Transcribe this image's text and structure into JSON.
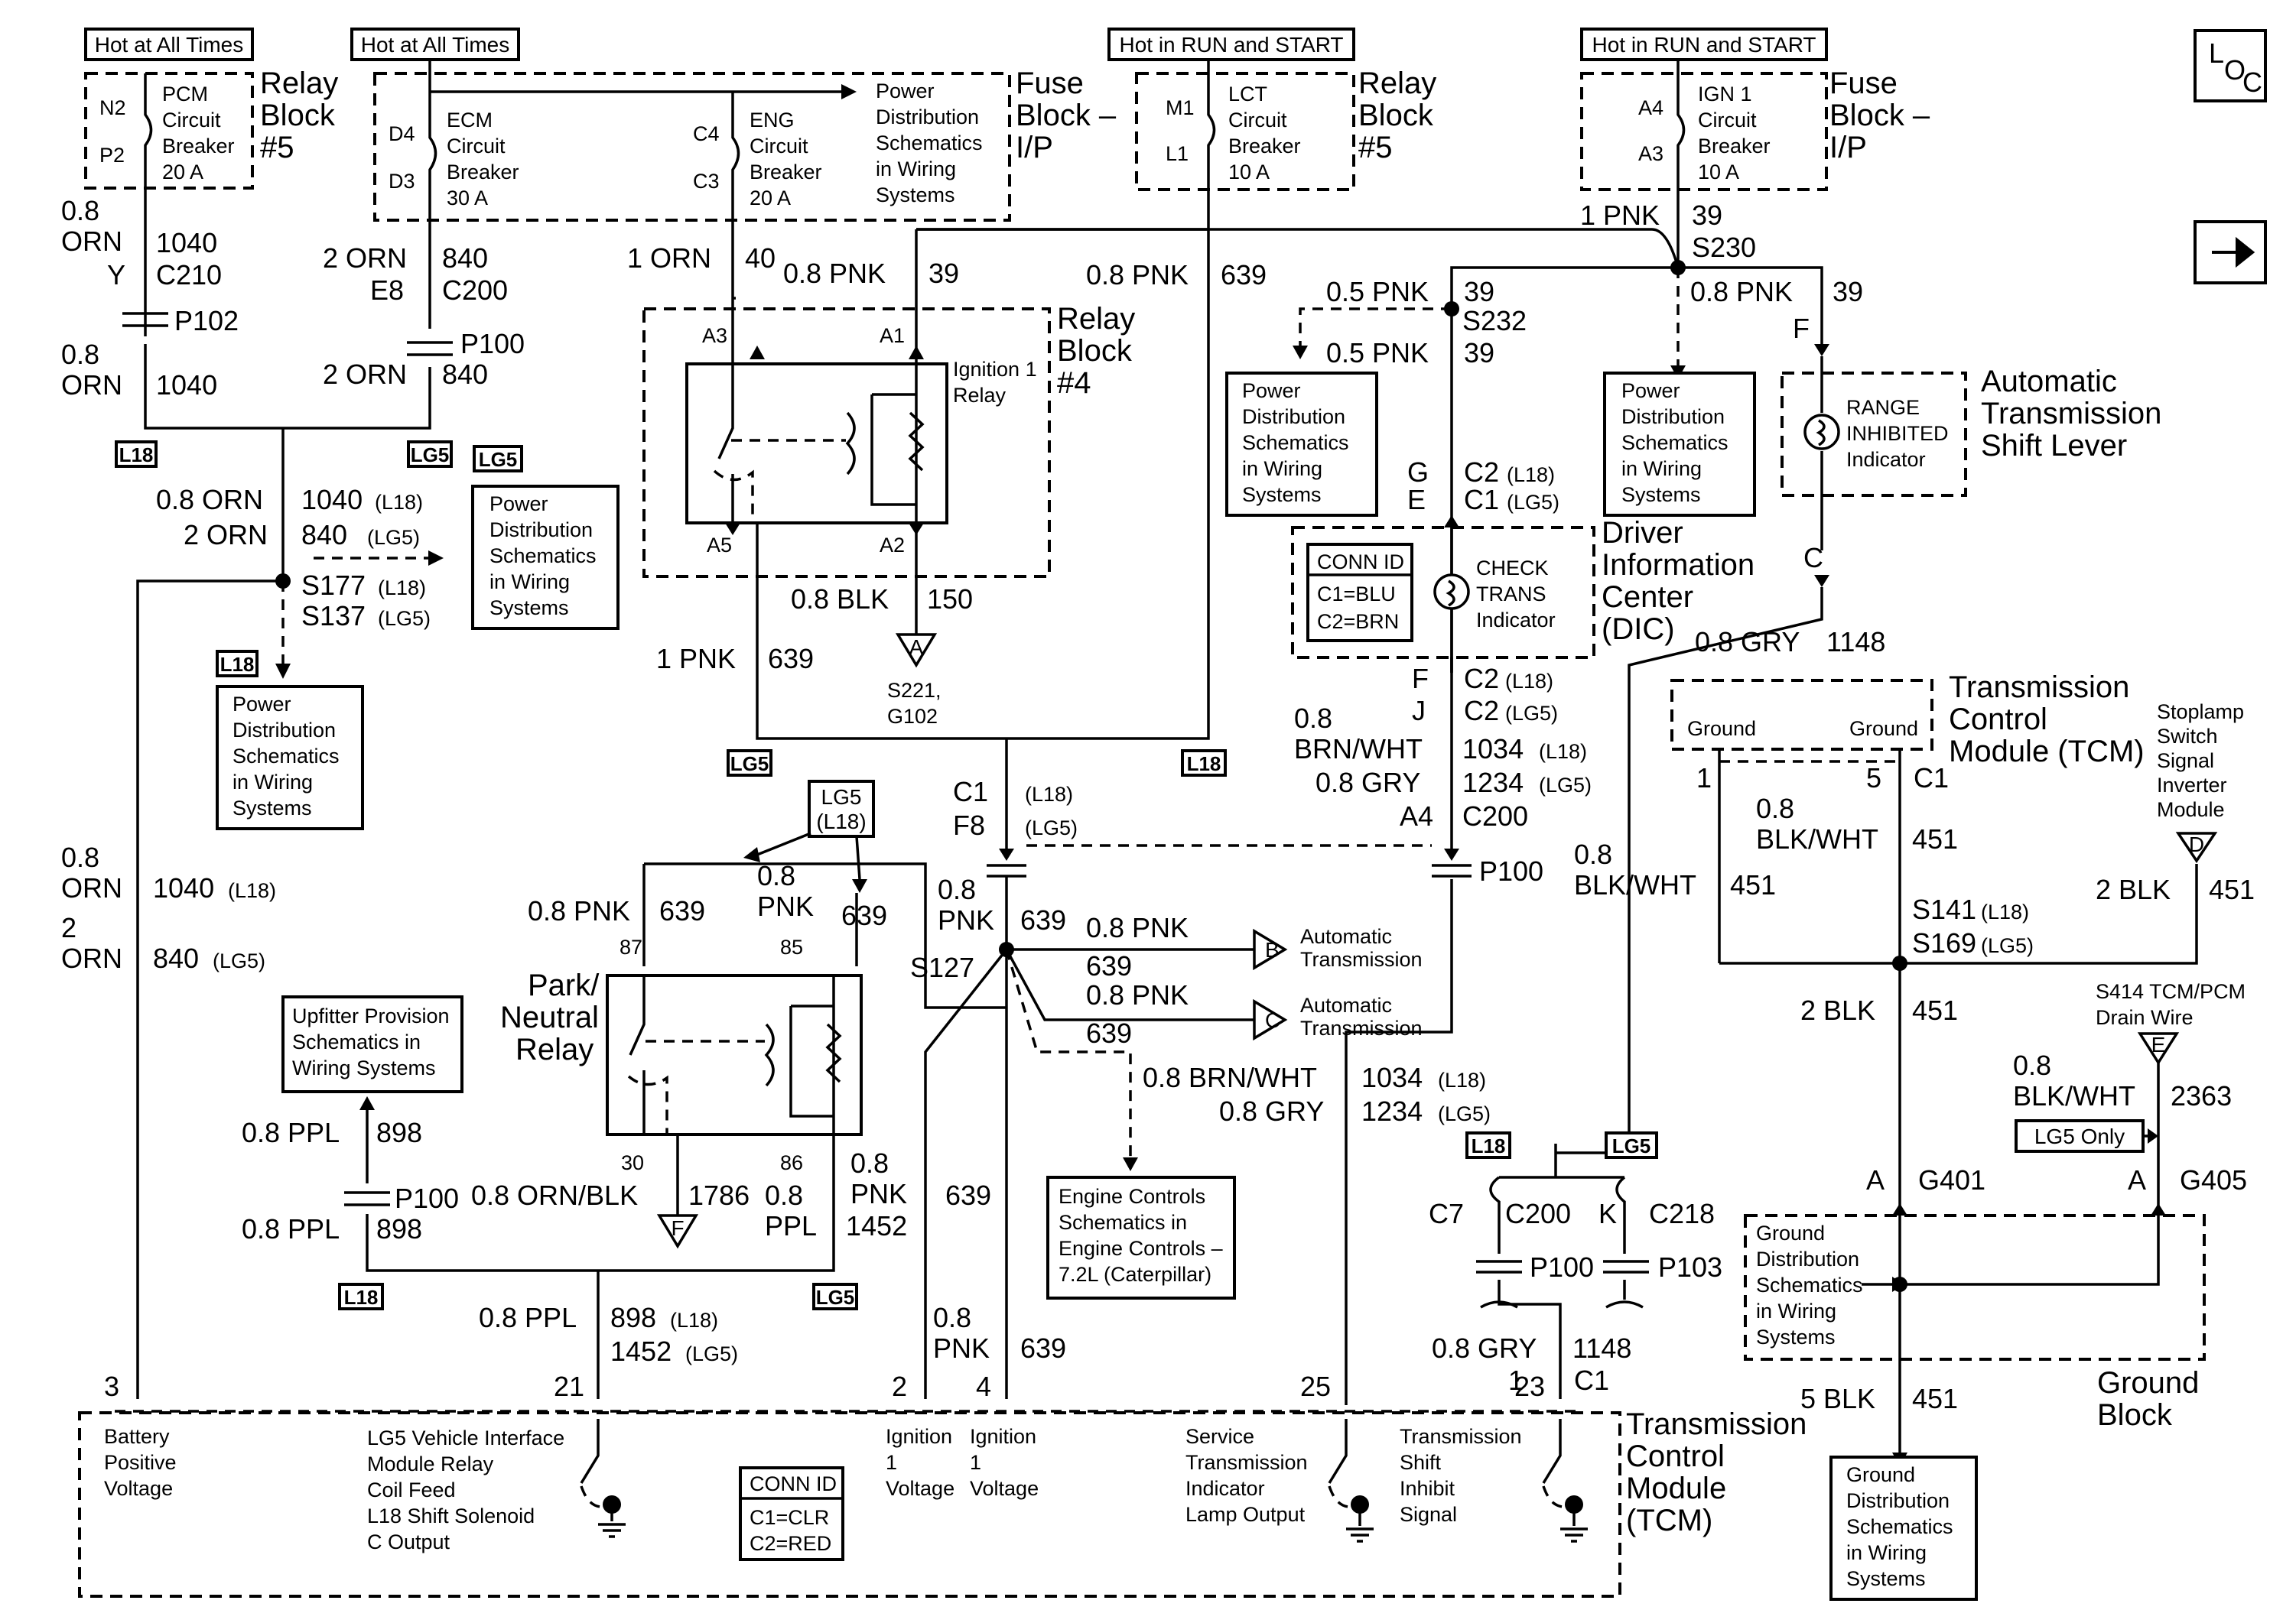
{
  "hot_labels": {
    "hot1": "Hot at All Times",
    "hot2": "Hot at All Times",
    "hot3": "Hot in RUN and START",
    "hot4": "Hot in RUN and START"
  },
  "fuses": {
    "pcm": {
      "top": "N2",
      "bot": "P2",
      "lines": [
        "PCM",
        "Circuit",
        "Breaker",
        "20 A"
      ],
      "block": [
        "Relay",
        "Block",
        "#5"
      ]
    },
    "ecm": {
      "top": "D4",
      "bot": "D3",
      "lines": [
        "ECM",
        "Circuit",
        "Breaker",
        "30 A"
      ]
    },
    "eng": {
      "top": "C4",
      "bot": "C3",
      "lines": [
        "ENG",
        "Circuit",
        "Breaker",
        "20 A"
      ],
      "block": [
        "Fuse",
        "Block –",
        "I/P"
      ]
    },
    "lct": {
      "top": "M1",
      "bot": "L1",
      "lines": [
        "LCT",
        "Circuit",
        "Breaker",
        "10 A"
      ],
      "block": [
        "Relay",
        "Block",
        "#5"
      ]
    },
    "ign1": {
      "top": "A4",
      "bot": "A3",
      "lines": [
        "IGN 1",
        "Circuit",
        "Breaker",
        "10 A"
      ],
      "block": [
        "Fuse",
        "Block –",
        "I/P"
      ]
    }
  },
  "pds_text": [
    "Power",
    "Distribution",
    "Schematics",
    "in Wiring",
    "Systems"
  ],
  "gds_text": [
    "Ground",
    "Distribution",
    "Schematics",
    "in Wiring",
    "Systems"
  ],
  "ecs_text": [
    "Engine Controls",
    "Schematics in",
    "Engine Controls –",
    "7.2L (Caterpillar)"
  ],
  "ups_text": [
    "Upfitter Provision",
    "Schematics in",
    "Wiring Systems"
  ],
  "tags": {
    "l18": "L18",
    "lg5": "LG5",
    "lg5only": "LG5 Only"
  },
  "relay_block4": {
    "name": [
      "Relay",
      "Block",
      "#4"
    ],
    "relay": [
      "Ignition 1",
      "Relay"
    ],
    "pins": {
      "a3": "A3",
      "a1": "A1",
      "a5": "A5",
      "a2": "A2"
    }
  },
  "park_neutral": {
    "name": [
      "Park/",
      "Neutral",
      "Relay"
    ],
    "pins": {
      "p87": "87",
      "p85": "85",
      "p30": "30",
      "p86": "86"
    }
  },
  "range_ind": [
    "RANGE",
    "INHIBITED",
    "Indicator"
  ],
  "shift_lever": [
    "Automatic",
    "Transmission",
    "Shift Lever"
  ],
  "dic": {
    "name": [
      "Driver",
      "Information",
      "Center",
      "(DIC)"
    ],
    "ind": [
      "CHECK",
      "TRANS",
      "Indicator"
    ],
    "conn": [
      "CONN ID",
      "C1=BLU",
      "C2=BRN"
    ]
  },
  "tcm_top": {
    "name": [
      "Transmission",
      "Control",
      "Module (TCM)"
    ],
    "ground": "Ground"
  },
  "stoplamp": [
    "Stoplamp",
    "Switch",
    "Signal",
    "Inverter",
    "Module"
  ],
  "drain": [
    "S414 TCM/PCM",
    "Drain Wire"
  ],
  "auto_trans": [
    "Automatic",
    "Transmission"
  ],
  "ground_block": [
    "Ground",
    "Block"
  ],
  "tcm_bottom": {
    "name": [
      "Transmission",
      "Control",
      "Module",
      "(TCM)"
    ],
    "battery": [
      "Battery",
      "Positive",
      "Voltage"
    ],
    "lg5_relay": [
      "LG5 Vehicle Interface",
      "Module Relay",
      "Coil Feed",
      "L18 Shift Solenoid",
      "C Output"
    ],
    "ign_a": [
      "Ignition",
      "1",
      "Voltage"
    ],
    "ign_b": [
      "Ignition",
      "1",
      "Voltage"
    ],
    "service": [
      "Service",
      "Transmission",
      "Indicator",
      "Lamp Output"
    ],
    "inhibit": [
      "Transmission",
      "Shift",
      "Inhibit",
      "Signal"
    ],
    "conn": [
      "CONN ID",
      "C1=CLR",
      "C2=RED"
    ],
    "pins": {
      "p3": "3",
      "p21": "21",
      "p2": "2",
      "p4": "4",
      "p25": "25",
      "p23": "23"
    }
  },
  "loc_icon": "LOC",
  "arrow_icon": "➡",
  "labels": {
    "w08a": "0.8",
    "orn_y": "ORN",
    "ckt1040": "1040",
    "yc210": "Y",
    "c210": "C210",
    "p102": "P102",
    "w08b": "0.8",
    "orn2": "ORN",
    "ckt1040b": "1040",
    "orn840": "2 ORN",
    "ckt840": "840",
    "e8": "E8",
    "c200": "C200",
    "p100a": "P100",
    "orn840b": "2 ORN",
    "ckt840b": "840",
    "orn1_40": "1 ORN",
    "ckt40": "40",
    "pnk39": "0.8 PNK",
    "ckt39": "39",
    "pnk639": "0.8 PNK",
    "ckt639": "639",
    "pnk1": "1 PNK",
    "ckt39b": "39",
    "s230": "S230",
    "pnk05": "0.5 PNK",
    "ckt39c": "39",
    "s232": "S232",
    "pnk05b": "0.5 PNK",
    "ckt39d": "39",
    "pnk08f": "0.8 PNK",
    "ckt39e": "39",
    "pinf": "F",
    "g": "G",
    "e": "E",
    "c2l18": "C2",
    "c1lg5": "C1",
    "l18s": "(L18)",
    "lg5s": "(LG5)",
    "pinc": "C",
    "gry08": "0.8 GRY",
    "ckt1148": "1148",
    "orn08m": "0.8 ORN",
    "ckt1040m": "1040",
    "orn2m": "2 ORN",
    "ckt840m": "840",
    "s177": "S177",
    "s137": "S137",
    "blk08": "0.8 BLK",
    "ckt150": "150",
    "s221": "S221,",
    "g102": "G102",
    "pnk1b": "1 PNK",
    "ckt639b": "639",
    "c1": "C1",
    "f8": "F8",
    "pF": "F",
    "pJ": "J",
    "c2a": "C2",
    "c2b": "C2",
    "brnwht": "0.8",
    "brnwht2": "BRN/WHT",
    "ckt1034": "1034",
    "gry08b": "0.8 GRY",
    "ckt1234": "1234",
    "a4": "A4",
    "c200b": "C200",
    "p100b": "P100",
    "blkwht08": "0.8",
    "blkwht": "BLK/WHT",
    "ckt451": "451",
    "blkwht08b": "0.8",
    "blkwhtb": "BLK/WHT",
    "ckt451b": "451",
    "s141": "S141",
    "s169": "S169",
    "blk2": "2 BLK",
    "ckt451c": "451",
    "blk2b": "2 BLK",
    "ckt451d": "451",
    "pin1": "1",
    "pin5": "5",
    "c1t": "C1",
    "blkwht08c": "0.8",
    "blkwhtc": "BLK/WHT",
    "ckt2363": "2363",
    "lg5only2": "LG5 Only",
    "ga": "A",
    "g401": "G401",
    "gb": "A",
    "g405": "G405",
    "blk5": "5 BLK",
    "ckt451e": "451",
    "orn08l": "0.8",
    "orn08l2": "ORN",
    "ckt1040l": "1040",
    "orn2l": "2",
    "orn2l2": "ORN",
    "ckt840l": "840",
    "pnk87": "0.8 PNK",
    "ckt639c": "639",
    "pnk85": "0.8",
    "pnk85b": "PNK",
    "ckt639d": "639",
    "pnk08x": "0.8",
    "pnk08x2": "PNK",
    "ckt639e": "639",
    "s127": "S127",
    "pnk08y": "0.8 PNK",
    "ckt639y": "639",
    "pnk08z": "0.8 PNK",
    "ckt639z": "639",
    "brnwht08": "0.8 BRN/WHT",
    "gry08c": "0.8 GRY",
    "ckt1034b": "1034",
    "ckt1234b": "1234",
    "ppl08a": "0.8 PPL",
    "ckt898": "898",
    "p100c": "P100",
    "ppl08b": "0.8 PPL",
    "ckt898b": "898",
    "ornblk": "0.8 ORN/BLK",
    "ckt1786": "1786",
    "ppl08c": "0.8",
    "ppl08c2": "PPL",
    "pnk86": "0.8",
    "pnk86b": "PNK",
    "ckt1452": "1452",
    "ckt639f": "639",
    "ppl08d": "0.8 PPL",
    "ckt898c": "898",
    "ckt1452b": "1452",
    "pnk08w": "0.8",
    "pnk08w2": "PNK",
    "ckt639w": "639",
    "c7": "C7",
    "c200c": "C200",
    "k": "K",
    "c218": "C218",
    "p100d": "P100",
    "p103": "P103",
    "gry08d": "0.8 GRY",
    "ckt1148b": "1148",
    "c1b": "C1"
  },
  "refs": {
    "A": "A",
    "B": "B",
    "C": "C",
    "D": "D",
    "E": "E",
    "F": "F"
  }
}
